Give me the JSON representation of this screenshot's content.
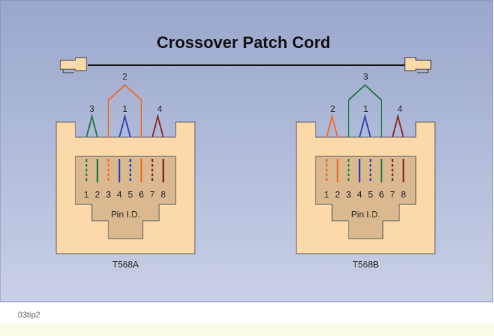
{
  "diagram": {
    "title": "Crossover Patch Cord",
    "colors": {
      "background": "#aeb8d8",
      "jack": "#fbd9a8",
      "pinblock": "#dab991",
      "green": "#1c7a3a",
      "blue": "#2f3fb0",
      "orange": "#f06a20",
      "brown": "#8a2420"
    },
    "connectors": [
      {
        "standard": "T568A",
        "pin_label": "Pin I.D.",
        "pins": [
          "1",
          "2",
          "3",
          "4",
          "5",
          "6",
          "7",
          "8"
        ],
        "pairs": [
          {
            "number": "3",
            "color": "green"
          },
          {
            "number": "2",
            "color": "orange"
          },
          {
            "number": "1",
            "color": "blue"
          },
          {
            "number": "4",
            "color": "brown"
          }
        ]
      },
      {
        "standard": "T568B",
        "pin_label": "Pin I.D.",
        "pins": [
          "1",
          "2",
          "3",
          "4",
          "5",
          "6",
          "7",
          "8"
        ],
        "pairs": [
          {
            "number": "2",
            "color": "orange"
          },
          {
            "number": "3",
            "color": "green"
          },
          {
            "number": "1",
            "color": "blue"
          },
          {
            "number": "4",
            "color": "brown"
          }
        ]
      }
    ]
  },
  "caption": "03tip2"
}
